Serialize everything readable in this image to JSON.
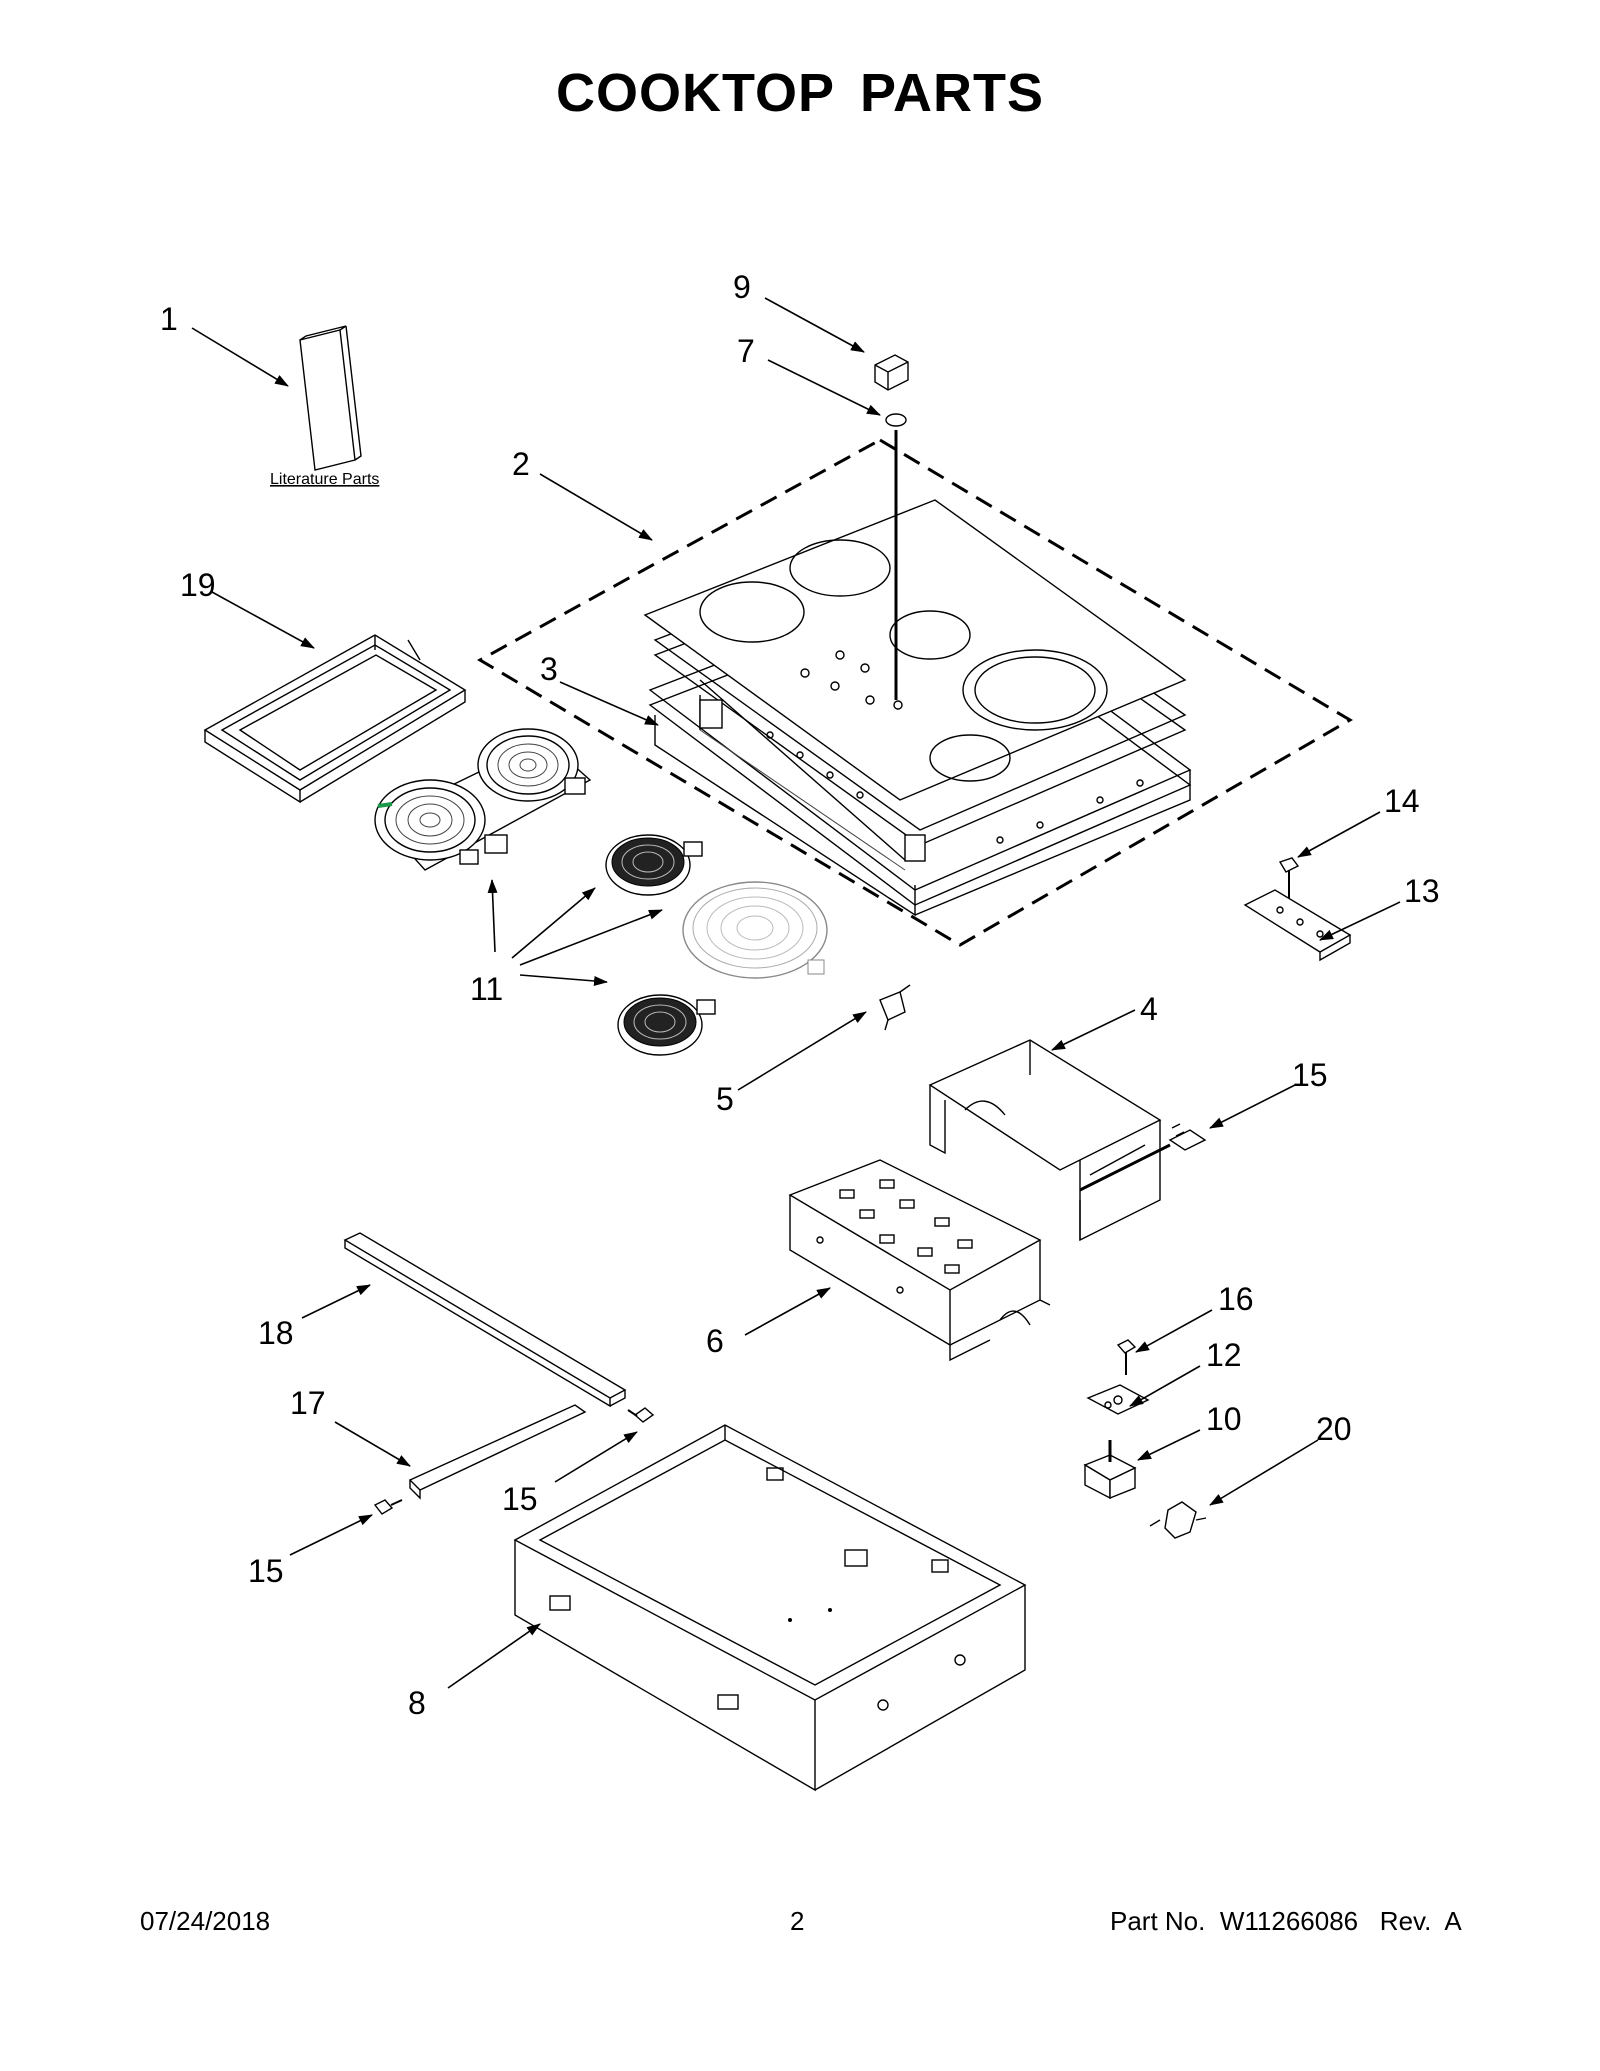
{
  "title": "COOKTOP PARTS",
  "literature_label": "Literature Parts",
  "callouts": {
    "c1": "1",
    "c2": "2",
    "c3": "3",
    "c4": "4",
    "c5": "5",
    "c6": "6",
    "c7": "7",
    "c8": "8",
    "c9": "9",
    "c10": "10",
    "c11": "11",
    "c12": "12",
    "c13": "13",
    "c14": "14",
    "c15a": "15",
    "c15b": "15",
    "c15c": "15",
    "c16": "16",
    "c17": "17",
    "c18": "18",
    "c19": "19",
    "c20": "20"
  },
  "footer": {
    "date": "07/24/2018",
    "page": "2",
    "part_label": "Part No.",
    "part_number": "W11266086",
    "rev_label": "Rev.",
    "rev": "A"
  }
}
